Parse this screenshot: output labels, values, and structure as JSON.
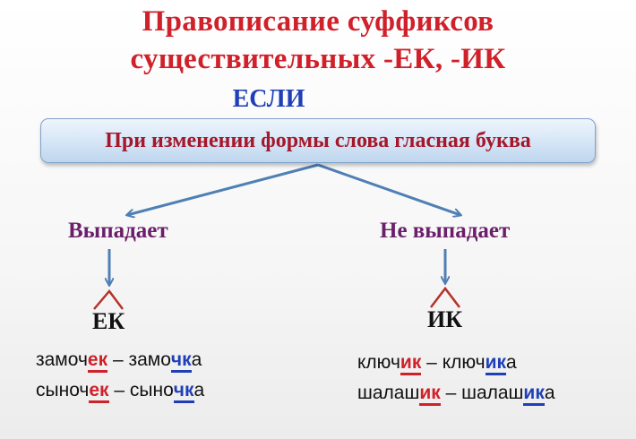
{
  "title": {
    "line1": "Правописание суффиксов",
    "line2": "существительных -ЕК, -ИК"
  },
  "condition": {
    "if_label": "ЕСЛИ",
    "text": "При изменении формы слова гласная буква"
  },
  "branches": [
    {
      "label": "Выпадает",
      "suffix": "ЕК",
      "examples": [
        {
          "w1_stem": "замоч",
          "w1_suffix": "ек",
          "dash": " – ",
          "w2_stem": "замо",
          "w2_suffix": "чк",
          "w2_end": "а"
        },
        {
          "w1_stem": "сыноч",
          "w1_suffix": "ек",
          "dash": " – ",
          "w2_stem": "сыно",
          "w2_suffix": "чк",
          "w2_end": "а"
        }
      ]
    },
    {
      "label": "Не выпадает",
      "suffix": "ИК",
      "examples": [
        {
          "w1_stem": "ключ",
          "w1_suffix": "ик",
          "dash": " – ",
          "w2_stem": "ключ",
          "w2_suffix": "ик",
          "w2_end": "а"
        },
        {
          "w1_stem": "шалаш",
          "w1_suffix": "ик",
          "dash": " – ",
          "w2_stem": "шалаш",
          "w2_suffix": "ик",
          "w2_end": "а"
        }
      ]
    }
  ],
  "colors": {
    "title": "#d0202a",
    "if_label": "#1f3fb8",
    "condition_text": "#a5172a",
    "branch_label": "#6b1f6b",
    "arrow": "#4f7fb5",
    "suffix_mark": "#b5322b",
    "suffix_red": "#d0202a",
    "suffix_blue": "#1f3fb8"
  }
}
